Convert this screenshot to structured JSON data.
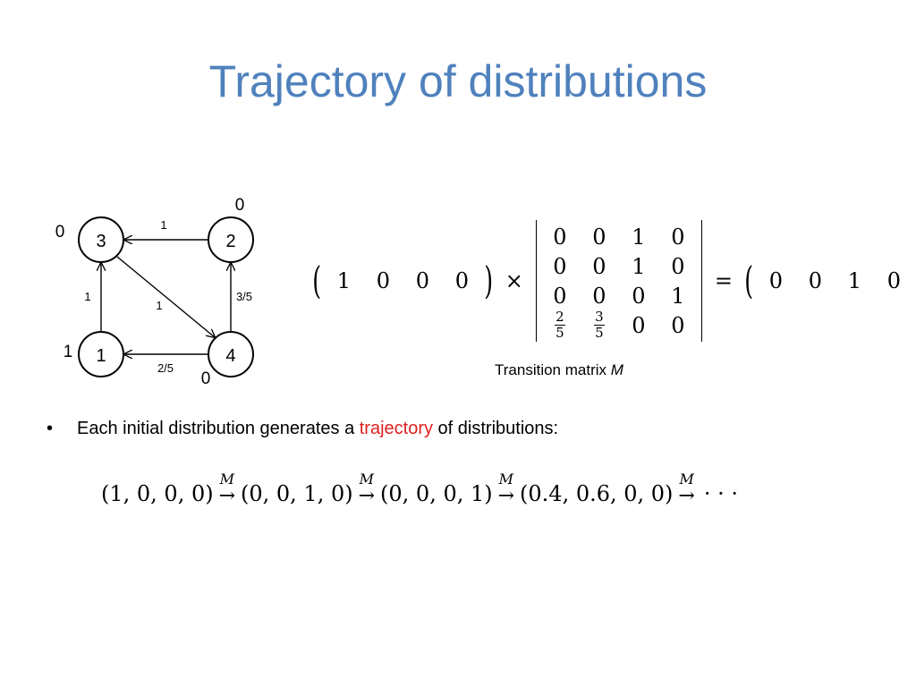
{
  "title": "Trajectory of distributions",
  "graph": {
    "nodes": [
      {
        "id": "3",
        "label": "3",
        "value": "0"
      },
      {
        "id": "2",
        "label": "2",
        "value": "0"
      },
      {
        "id": "1",
        "label": "1",
        "value": "1"
      },
      {
        "id": "4",
        "label": "4",
        "value": "0"
      }
    ],
    "edges": [
      {
        "from": "2",
        "to": "3",
        "label": "1"
      },
      {
        "from": "1",
        "to": "3",
        "label": "1"
      },
      {
        "from": "3",
        "to": "4",
        "label": "1"
      },
      {
        "from": "4",
        "to": "2",
        "label": "3/5"
      },
      {
        "from": "4",
        "to": "1",
        "label": "2/5"
      }
    ]
  },
  "equation": {
    "initial": [
      "1",
      "0",
      "0",
      "0"
    ],
    "times": "×",
    "matrix": [
      [
        "0",
        "0",
        "1",
        "0"
      ],
      [
        "0",
        "0",
        "1",
        "0"
      ],
      [
        "0",
        "0",
        "0",
        "1"
      ],
      [
        "2/5",
        "3/5",
        "0",
        "0"
      ]
    ],
    "equals": "=",
    "result": [
      "0",
      "0",
      "1",
      "0"
    ],
    "caption_prefix": "Transition matrix ",
    "caption_var": "M"
  },
  "bullet": {
    "symbol": "•",
    "before": "Each initial distribution generates a ",
    "highlight": "trajectory",
    "after": " of distributions:",
    "highlight_color": "#e02020"
  },
  "trajectory": {
    "states": [
      "(1, 0, 0, 0)",
      "(0, 0, 1, 0)",
      "(0, 0, 0, 1)",
      "(0.4, 0.6, 0, 0)"
    ],
    "arrow_label": "M",
    "arrow_symbol": "→",
    "ellipsis": "· · ·"
  },
  "colors": {
    "title": "#4f81bd",
    "text": "#000000"
  }
}
